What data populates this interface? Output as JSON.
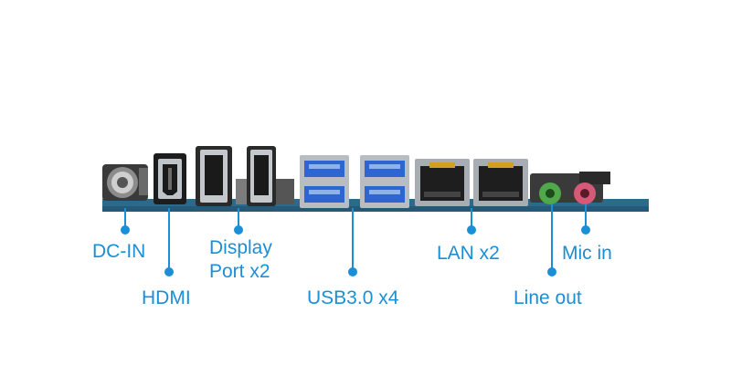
{
  "labels": {
    "dc_in": "DC-IN",
    "hdmi": "HDMI",
    "display_port_line1": "Display",
    "display_port_line2": "Port x2",
    "usb": "USB3.0 x4",
    "lan": "LAN x2",
    "mic_in": "Mic in",
    "line_out": "Line out"
  },
  "colors": {
    "label": "#1a8fd6",
    "pcb": "#2c6a8c",
    "metal": "#9aa3ab",
    "usb_blue": "#2e66d1",
    "audio_green": "#4fa84a",
    "audio_pink": "#d55a78"
  },
  "icons": [
    "callout-dot",
    "leader-line"
  ]
}
